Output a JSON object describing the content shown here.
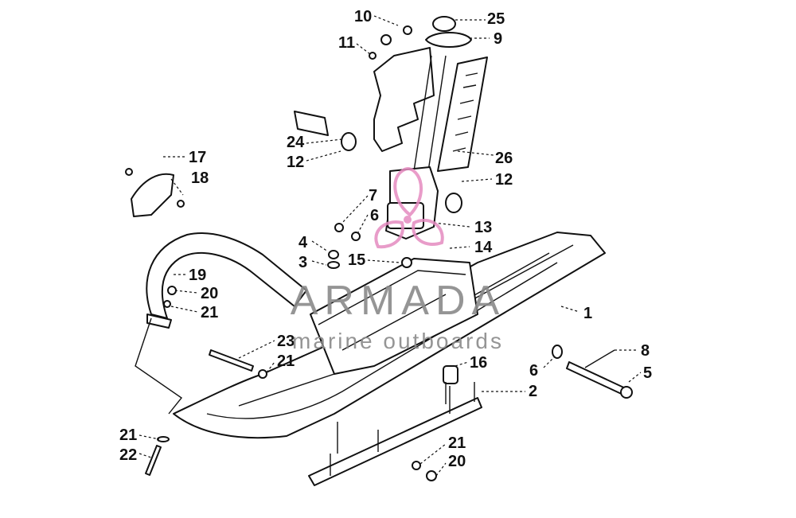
{
  "diagram": {
    "callouts": [
      {
        "id": "c1",
        "text": "1"
      },
      {
        "id": "c2",
        "text": "2"
      },
      {
        "id": "c3",
        "text": "3"
      },
      {
        "id": "c4",
        "text": "4"
      },
      {
        "id": "c5",
        "text": "5"
      },
      {
        "id": "c6a",
        "text": "6"
      },
      {
        "id": "c6b",
        "text": "6"
      },
      {
        "id": "c7",
        "text": "7"
      },
      {
        "id": "c8",
        "text": "8"
      },
      {
        "id": "c9",
        "text": "9"
      },
      {
        "id": "c10",
        "text": "10"
      },
      {
        "id": "c11",
        "text": "11"
      },
      {
        "id": "c12a",
        "text": "12"
      },
      {
        "id": "c12b",
        "text": "12"
      },
      {
        "id": "c13",
        "text": "13"
      },
      {
        "id": "c14",
        "text": "14"
      },
      {
        "id": "c15",
        "text": "15"
      },
      {
        "id": "c16",
        "text": "16"
      },
      {
        "id": "c17",
        "text": "17"
      },
      {
        "id": "c18",
        "text": "18"
      },
      {
        "id": "c19",
        "text": "19"
      },
      {
        "id": "c20a",
        "text": "20"
      },
      {
        "id": "c20b",
        "text": "20"
      },
      {
        "id": "c21a",
        "text": "21"
      },
      {
        "id": "c21b",
        "text": "21"
      },
      {
        "id": "c21c",
        "text": "21"
      },
      {
        "id": "c21d",
        "text": "21"
      },
      {
        "id": "c22",
        "text": "22"
      },
      {
        "id": "c23",
        "text": "23"
      },
      {
        "id": "c24",
        "text": "24"
      },
      {
        "id": "c25",
        "text": "25"
      },
      {
        "id": "c26",
        "text": "26"
      }
    ]
  },
  "watermark": {
    "brand": "ARMADA",
    "tagline": "marine outboards",
    "brand_color": "#8a8a8a",
    "logo_color": "#e58bc0"
  }
}
